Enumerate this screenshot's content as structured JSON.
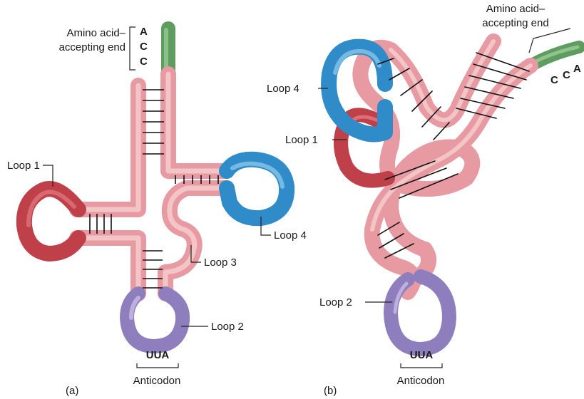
{
  "panel_a": {
    "caption": "(a)",
    "acceptor_label_line1": "Amino acid–",
    "acceptor_label_line2": "accepting end",
    "acceptor_bases": [
      "A",
      "C",
      "C"
    ],
    "loop1": "Loop 1",
    "loop2": "Loop 2",
    "loop3": "Loop 3",
    "loop4": "Loop 4",
    "anticodon_seq": "UUA",
    "anticodon_label": "Anticodon"
  },
  "panel_b": {
    "caption": "(b)",
    "acceptor_label_line1": "Amino acid–",
    "acceptor_label_line2": "accepting end",
    "acceptor_bases": [
      "C",
      "C",
      "A"
    ],
    "loop1": "Loop 1",
    "loop2": "Loop 2",
    "loop4": "Loop 4",
    "anticodon_seq": "UUA",
    "anticodon_label": "Anticodon"
  },
  "colors": {
    "stem_pink": "#eea3a8",
    "stem_pink_light": "#f7c9cb",
    "loop1_red": "#c8474f",
    "loop2_purple": "#9b8ac4",
    "loop4_blue": "#3f9bd0",
    "acceptor_green": "#6aa86b",
    "bond": "#111111"
  }
}
